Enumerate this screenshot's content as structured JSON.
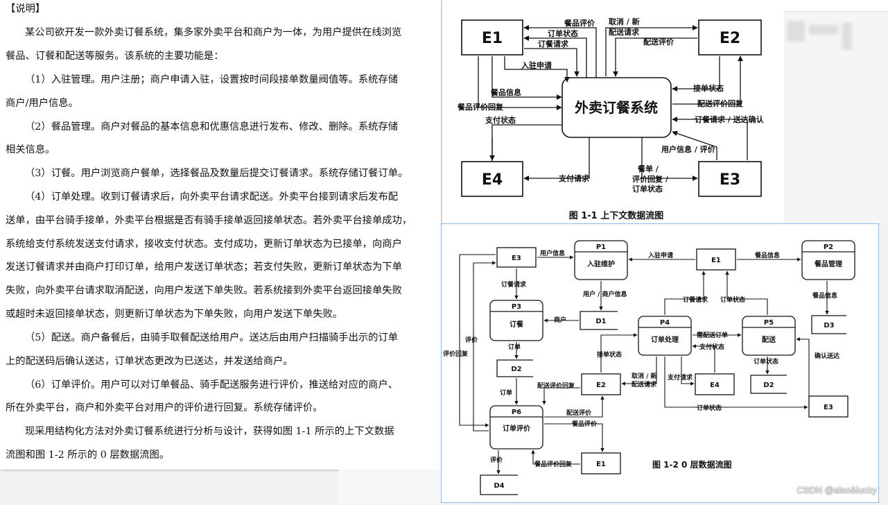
{
  "doc": {
    "heading": "【说明】",
    "lines": [
      "某公司欲开发一款外卖订餐系统，集多家外卖平台和商户为一体，为用户提供在线浏览",
      "餐品、订餐和配送等服务。该系统的主要功能是：",
      "（1）入驻管理。用户注册；商户申请入驻，设置按时间段接单数量阀值等。系统存储",
      "商户/用户信息。",
      "（2）餐品管理。商户对餐品的基本信息和优惠信息进行发布、修改、删除。系统存储",
      "相关信息。",
      "（3）订餐。用户浏览商户餐单，选择餐品及数量后提交订餐请求。系统存储订餐订单。",
      "（4）订单处理。收到订餐请求后，向外卖平台请求配送。外卖平台接到请求后发布配",
      "送单，由平台骑手接单，外卖平台根据是否有骑手接单返回接单状态。若外卖平台接单成功，",
      "系统给支付系统发送支付请求，接收支付状态。支付成功，更新订单状态为已接单，向商户",
      "发送订餐请求并由商户打印订单，给用户发送订单状态；若支付失败，更新订单状态为下单",
      "失败，向外卖平台请求取消配送，向用户发送下单失败。若系统接到外卖平台返回接单失败",
      "或超时未返回接单状态，则更新订单状态为下单失败，向用户发送下单失败。",
      "（5）配送。商户备餐后，由骑手取餐配送给用户。送达后由用户扫描骑手出示的订单",
      "上的配送码后确认送达，订单状态更改为已送达，并发送给商户。",
      "（6）订单评价。用户可以对订单餐品、骑手配送服务进行评价，推送给对应的商户、",
      "所在外卖平台，商户和外卖平台对用户的评价进行回复。系统存储评价。",
      "现采用结构化方法对外卖订餐系统进行分析与设计，获得如图 1-1 所示的上下文数据",
      "流图和图 1-2 所示的 0 层数据流图。"
    ]
  },
  "fig1": {
    "caption": "图 1-1  上下文数据流图",
    "center": "外卖订餐系统",
    "entities": [
      "E1",
      "E2",
      "E3",
      "E4"
    ],
    "labels": {
      "e1_review": "餐品评价",
      "e1_order_status": "订单状态",
      "e1_order_req": "订餐请求",
      "e1_join": "入驻申请",
      "e1_meal_info": "餐品信息",
      "e1_review_reply": "餐品评价回复",
      "e1_pay_status": "支付状态",
      "e2_cancel_1": "取消 / 新",
      "e2_cancel_2": "配送请求",
      "e2_delivery_review": "配送评价",
      "e2_accept_status": "接单状态",
      "e2_delivery_reply": "配送评价回复",
      "e3_order_confirm": "订餐请求 / 送达确认",
      "e3_user_info": "用户信息 / 评价",
      "e3_menu_1": "餐单 /",
      "e3_menu_2": "评价回复 /",
      "e3_menu_3": "订单状态",
      "e4_pay_req": "支付请求"
    }
  },
  "fig2": {
    "caption": "图 1-2  0 层数据流图",
    "processes": [
      {
        "id": "P1",
        "name": "入驻维护"
      },
      {
        "id": "P2",
        "name": "餐品管理"
      },
      {
        "id": "P3",
        "name": "订餐"
      },
      {
        "id": "P4",
        "name": "订单处理"
      },
      {
        "id": "P5",
        "name": "配送"
      },
      {
        "id": "P6",
        "name": "订单评价"
      }
    ],
    "stores": [
      "D1",
      "D2",
      "D3",
      "D4"
    ],
    "entities": {
      "e1_top": "E1",
      "e1_bottom": "E1",
      "e2": "E2",
      "e3_top": "E3",
      "e3_right": "E3",
      "e4": "E4"
    },
    "labels": {
      "user_info": "用户信息",
      "join_req": "入驻申请",
      "meal_info": "餐品信息",
      "meal_info2": "餐品信息",
      "order_req": "订餐请求",
      "user_merchant_info": "用户 / 商户信息",
      "order_req2": "订餐请求",
      "order_status": "订单状态",
      "merchant": "商户",
      "need_delivery": "需配送订单",
      "pay_status": "支付状态",
      "review": "评价",
      "review_reply": "评价回复",
      "order": "订单",
      "accept_status": "接单状态",
      "order_status2": "订单状态",
      "confirm": "确认送达",
      "delivery_reply": "配送评价回复",
      "cancel_1": "取消 / 新",
      "cancel_2": "配送请求",
      "pay_req": "支付请求",
      "order2": "订单",
      "order_status3": "订单状态",
      "delivery_review": "配送评价",
      "meal_review": "餐品评价",
      "review2": "评价",
      "meal_review_reply": "餐品评价回复"
    }
  },
  "watermark": "CSDN @also&lucky"
}
